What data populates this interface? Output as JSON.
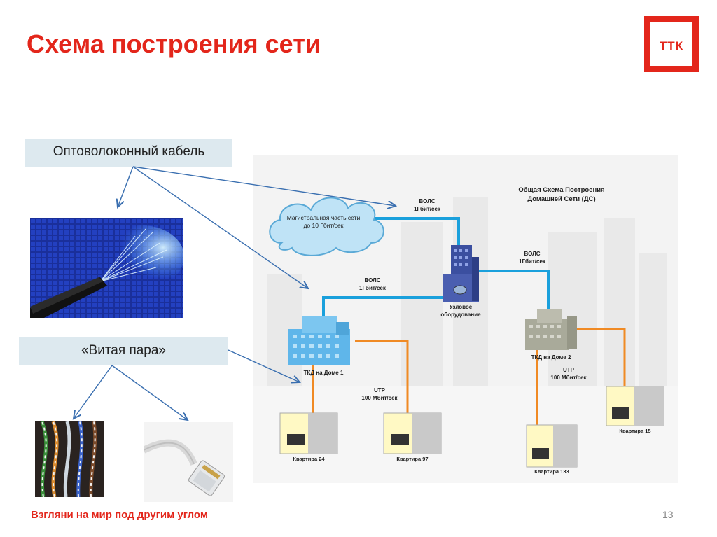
{
  "title": "Схема построения сети",
  "logo": {
    "text": "ТТК",
    "color": "#e3261b"
  },
  "callouts": {
    "fiber_label": "Оптоволоконный кабель",
    "twisted_label": "«Витая пара»"
  },
  "photos": {
    "fiber": "fiber-optic-cable-photo",
    "twisted": "twisted-pair-cable-photo",
    "plug": "rj45-plug-photo"
  },
  "diagram": {
    "title_line1": "Общая Схема Построения",
    "title_line2": "Домашней Сети (ДС)",
    "cloud_line1": "Магистральная часть сети",
    "cloud_line2": "до 10 Гбит/сек",
    "link_top": {
      "line1": "ВОЛС",
      "line2": "1Гбит/сек"
    },
    "link_left": {
      "line1": "ВОЛС",
      "line2": "1Гбит/сек"
    },
    "link_right": {
      "line1": "ВОЛС",
      "line2": "1Гбит/сек"
    },
    "node": {
      "line1": "Узловое",
      "line2": "оборудование"
    },
    "house1": "ТКД на Доме 1",
    "house2": "ТКД на Доме 2",
    "utp_left": {
      "line1": "UTP",
      "line2": "100 Мбит/сек"
    },
    "utp_right": {
      "line1": "UTP",
      "line2": "100 Мбит/сек"
    },
    "apartments": [
      "Квартира 24",
      "Квартира 97",
      "Квартира 133",
      "Квартира 15"
    ],
    "colors": {
      "fiber": "#1aa0dc",
      "utp": "#f08a24",
      "accent": "#e3261b"
    }
  },
  "footer": "Взгляни на мир под другим углом",
  "page_number": "13"
}
